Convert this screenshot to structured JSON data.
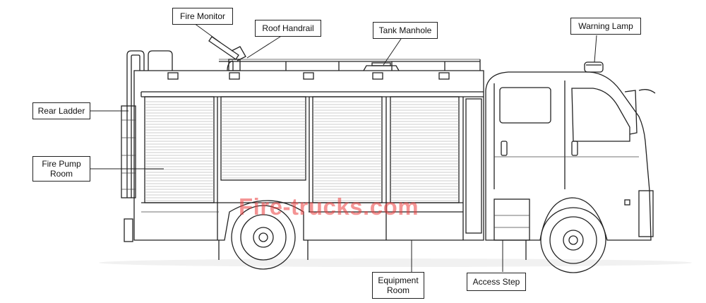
{
  "labels": {
    "fire_monitor": "Fire Monitor",
    "roof_handrail": "Roof Handrail",
    "tank_manhole": "Tank Manhole",
    "warning_lamp": "Warning Lamp",
    "rear_ladder": "Rear Ladder",
    "fire_pump_room": "Fire Pump\nRoom",
    "equipment_room": "Equipment\nRoom",
    "access_step": "Access Step"
  },
  "watermark": "Fire-trucks.com",
  "colors": {
    "line": "#222222",
    "watermark": "#eb3c3c",
    "background": "#ffffff"
  }
}
